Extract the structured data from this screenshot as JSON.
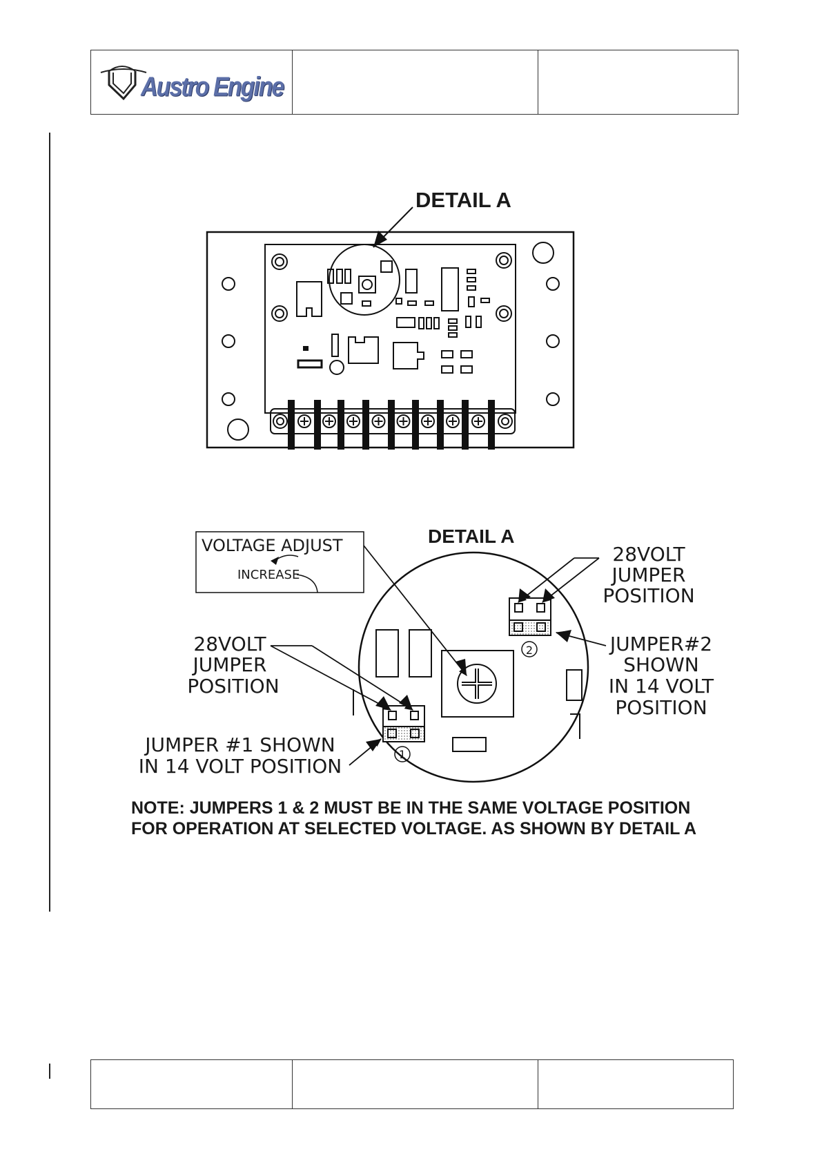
{
  "header": {
    "logo_text": "Austro Engine"
  },
  "figure": {
    "top_callout": "DETAIL A",
    "detail_title": "DETAIL A",
    "voltage_adjust_label": "VOLTAGE ADJUST",
    "increase_label": "INCREASE",
    "right_jumper_label": [
      "28VOLT",
      "JUMPER",
      "POSITION"
    ],
    "jumper2_label": [
      "JUMPER#2",
      "SHOWN",
      "IN 14 VOLT",
      "POSITION"
    ],
    "left_jumper_label": [
      "28VOLT",
      "JUMPER",
      "POSITION"
    ],
    "jumper1_label": [
      "JUMPER #1 SHOWN",
      "IN 14 VOLT POSITION"
    ],
    "circle_number_1": "1",
    "circle_number_2": "2",
    "note_lines": [
      "NOTE: JUMPERS 1 & 2 MUST BE IN THE SAME VOLTAGE POSITION",
      "FOR OPERATION AT SELECTED VOLTAGE. AS SHOWN BY DETAIL A"
    ]
  }
}
